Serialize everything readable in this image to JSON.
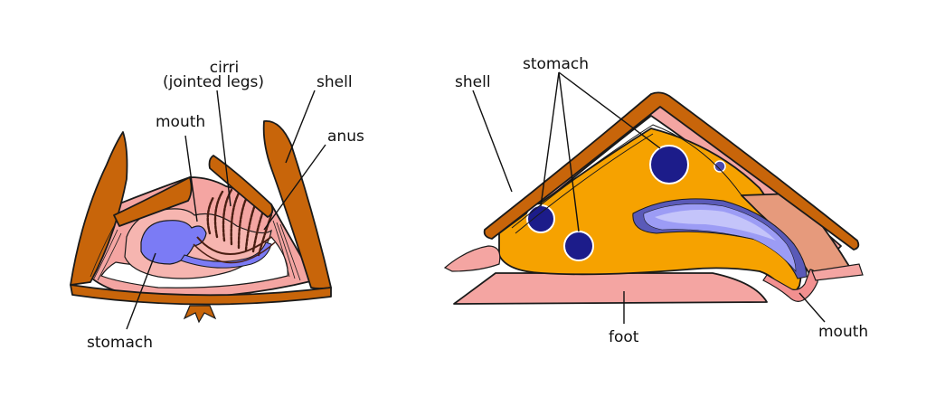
{
  "barnacle": {
    "labels": {
      "cirri_line1": "cirri",
      "cirri_line2": "(jointed legs)",
      "shell": "shell",
      "mouth": "mouth",
      "anus": "anus",
      "stomach": "stomach"
    }
  },
  "limpet": {
    "labels": {
      "shell": "shell",
      "stomach": "stomach",
      "foot": "foot",
      "mouth": "mouth"
    }
  },
  "colors": {
    "shell": "#c8650a",
    "tissue": "#f4a5a2",
    "tissue_dark": "#e88a85",
    "body": "#f6a200",
    "stomach": "#7b7bf5",
    "stomach_dark": "#1c1c8a",
    "cirri": "#4a1e12"
  }
}
